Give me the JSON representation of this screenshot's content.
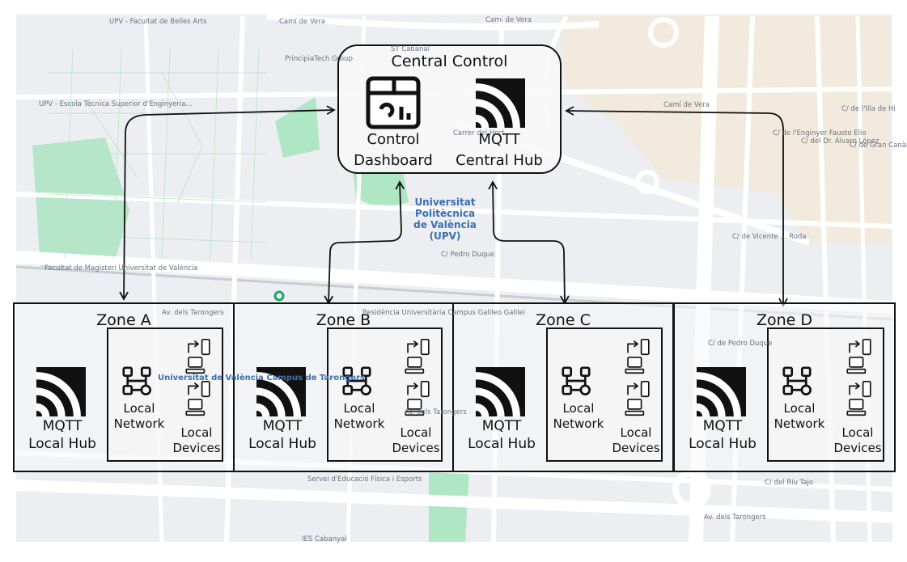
{
  "central": {
    "title": "Central Control",
    "dashboard_label": [
      "Control",
      "Dashboard"
    ],
    "hub_label": [
      "MQTT",
      "Central Hub"
    ]
  },
  "zones": [
    {
      "name": "Zone A",
      "hub": [
        "MQTT",
        "Local Hub"
      ],
      "network": [
        "Local",
        "Network"
      ],
      "devices": [
        "Local",
        "Devices"
      ]
    },
    {
      "name": "Zone B",
      "hub": [
        "MQTT",
        "Local Hub"
      ],
      "network": [
        "Local",
        "Network"
      ],
      "devices": [
        "Local",
        "Devices"
      ]
    },
    {
      "name": "Zone C",
      "hub": [
        "MQTT",
        "Local Hub"
      ],
      "network": [
        "Local",
        "Network"
      ],
      "devices": [
        "Local",
        "Devices"
      ]
    },
    {
      "name": "Zone D",
      "hub": [
        "MQTT",
        "Local Hub"
      ],
      "network": [
        "Local",
        "Network"
      ],
      "devices": [
        "Local",
        "Devices"
      ]
    }
  ],
  "map": {
    "labels": [
      "UPV - Facultat de Belles Arts",
      "Camí de Vera",
      "Camí de Vera",
      "ST Cabañal",
      "PrincipiaTech Group",
      "UPV - Escola Tècnica Superior d'Enginyeria...",
      "Carrer del Hort",
      "Camí de Vera",
      "C/ de l'Illa de Hi",
      "C/ de l'Enginyer Fausto Elio",
      "C/ del Dr. Álvaro López",
      "C/ de Gran Canària",
      "C/ de Vicente ... Roda",
      "C/ Pedro Duque",
      "Facultat de Magisteri Universitat de València",
      "Av. dels Tarongers",
      "Residència Universitària Campus Galileo Galilei",
      "Av. dels Tarongers",
      "Universitat de València Campus de Tarongers",
      "Servei d'Educació Física i Esports",
      "IES Cabanyal",
      "C/ del Riu Tajo",
      "Av. dels Tarongers",
      "C/ de Pedro Duque"
    ],
    "university_label": [
      "Universitat",
      "Politècnica",
      "de València",
      "(UPV)"
    ]
  },
  "colors": {
    "map_bg": "#eceef1",
    "park": "#a8e4bf",
    "sand": "#f4e9d8",
    "road": "#ffffff",
    "ink": "#111111",
    "box_fill": "#f7f7f7"
  },
  "icons": {
    "dashboard": "dashboard-icon",
    "broadcast": "broadcast-icon",
    "network": "network-icon",
    "device": "device-icon"
  }
}
